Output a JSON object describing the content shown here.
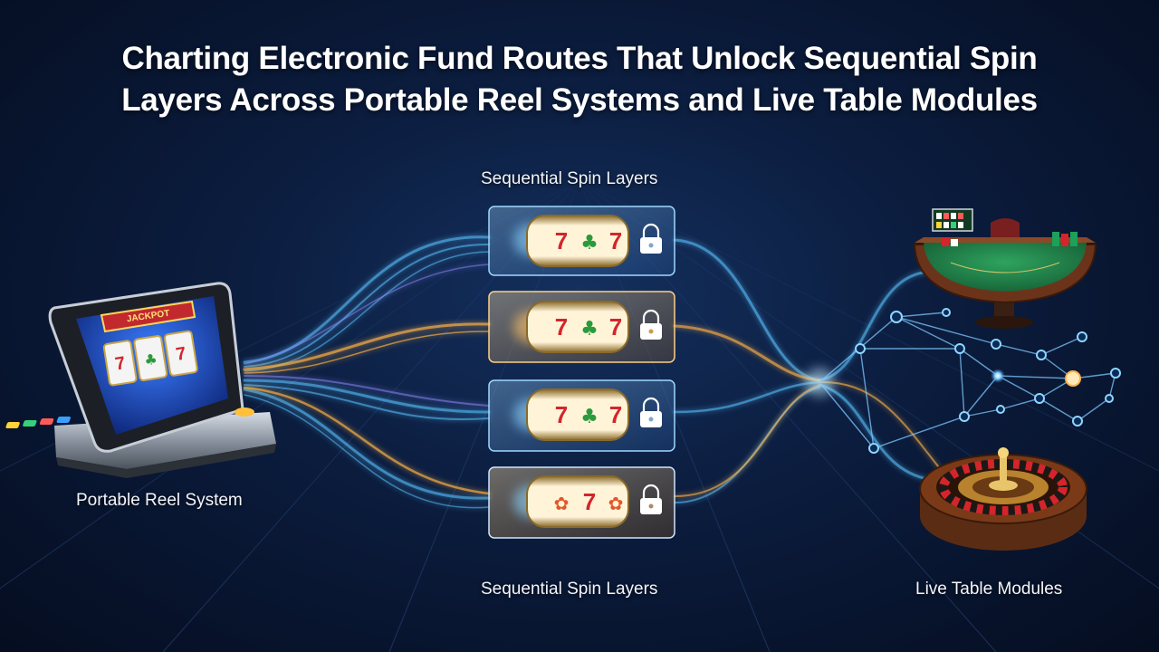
{
  "title": {
    "line1": "Charting Electronic Fund Routes That Unlock Sequential Spin",
    "line2": "Layers Across Portable Reel Systems and Live Table Modules"
  },
  "labels": {
    "sequential_top": "Sequential Spin Layers",
    "sequential_bottom": "Sequential Spin Layers",
    "portable": "Portable Reel System",
    "live": "Live Table Modules"
  },
  "machine": {
    "marquee": "JACKPOT"
  },
  "layers": [
    {
      "accent": "#7fd3ff",
      "icon": "lock-icon"
    },
    {
      "accent": "#ffc26a",
      "icon": "lock-icon"
    },
    {
      "accent": "#7fd3ff",
      "icon": "lock-icon"
    },
    {
      "accent": "#ffc26a",
      "icon": "lock-icon"
    }
  ],
  "colors": {
    "background": "#0b1c3d",
    "flow_blue": "#59c2ff",
    "flow_gold": "#ffb347",
    "flow_violet": "#8f8bff",
    "table_felt": "#1e7a45",
    "roulette_rim": "#5a2c14"
  }
}
